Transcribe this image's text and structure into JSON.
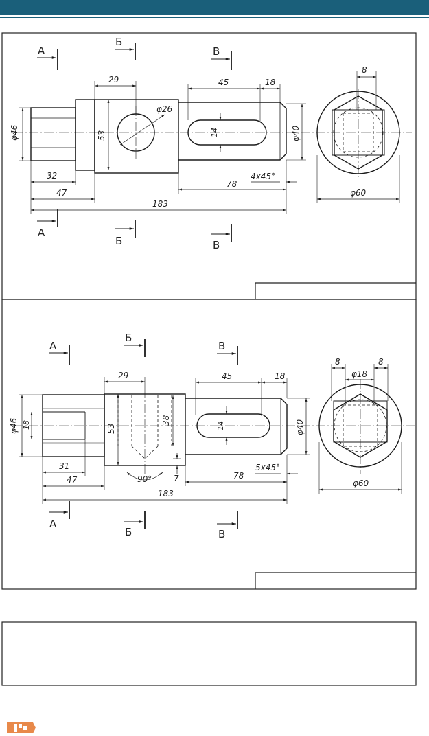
{
  "colors": {
    "header": "#1a5f7a",
    "footer_accent": "#e8894a",
    "ink": "#1a1a1a",
    "frame": "#222222"
  },
  "drawing1": {
    "section_letters": {
      "a": "А",
      "b": "Б",
      "v": "В"
    },
    "dims": {
      "d46": "φ46",
      "d53": "53",
      "d29": "29",
      "d26": "φ26",
      "d45": "45",
      "d18": "18",
      "d14": "14",
      "d40": "φ40",
      "d8": "8",
      "d60": "φ60",
      "d32": "32",
      "d47": "47",
      "d78": "78",
      "d4x45": "4x45°",
      "d183": "183"
    }
  },
  "drawing2": {
    "section_letters": {
      "a": "А",
      "b": "Б",
      "v": "В"
    },
    "dims": {
      "d46": "φ46",
      "d18a": "18",
      "d53": "53",
      "d38": "38",
      "d29": "29",
      "d45": "45",
      "d18": "18",
      "d14": "14",
      "d40": "φ40",
      "d8a": "8",
      "d8b": "8",
      "d18b": "φ18",
      "d60": "φ60",
      "d31": "31",
      "d47": "47",
      "d90": "90°",
      "d7": "7",
      "d78": "78",
      "d5x45": "5x45°",
      "d183": "183"
    }
  }
}
